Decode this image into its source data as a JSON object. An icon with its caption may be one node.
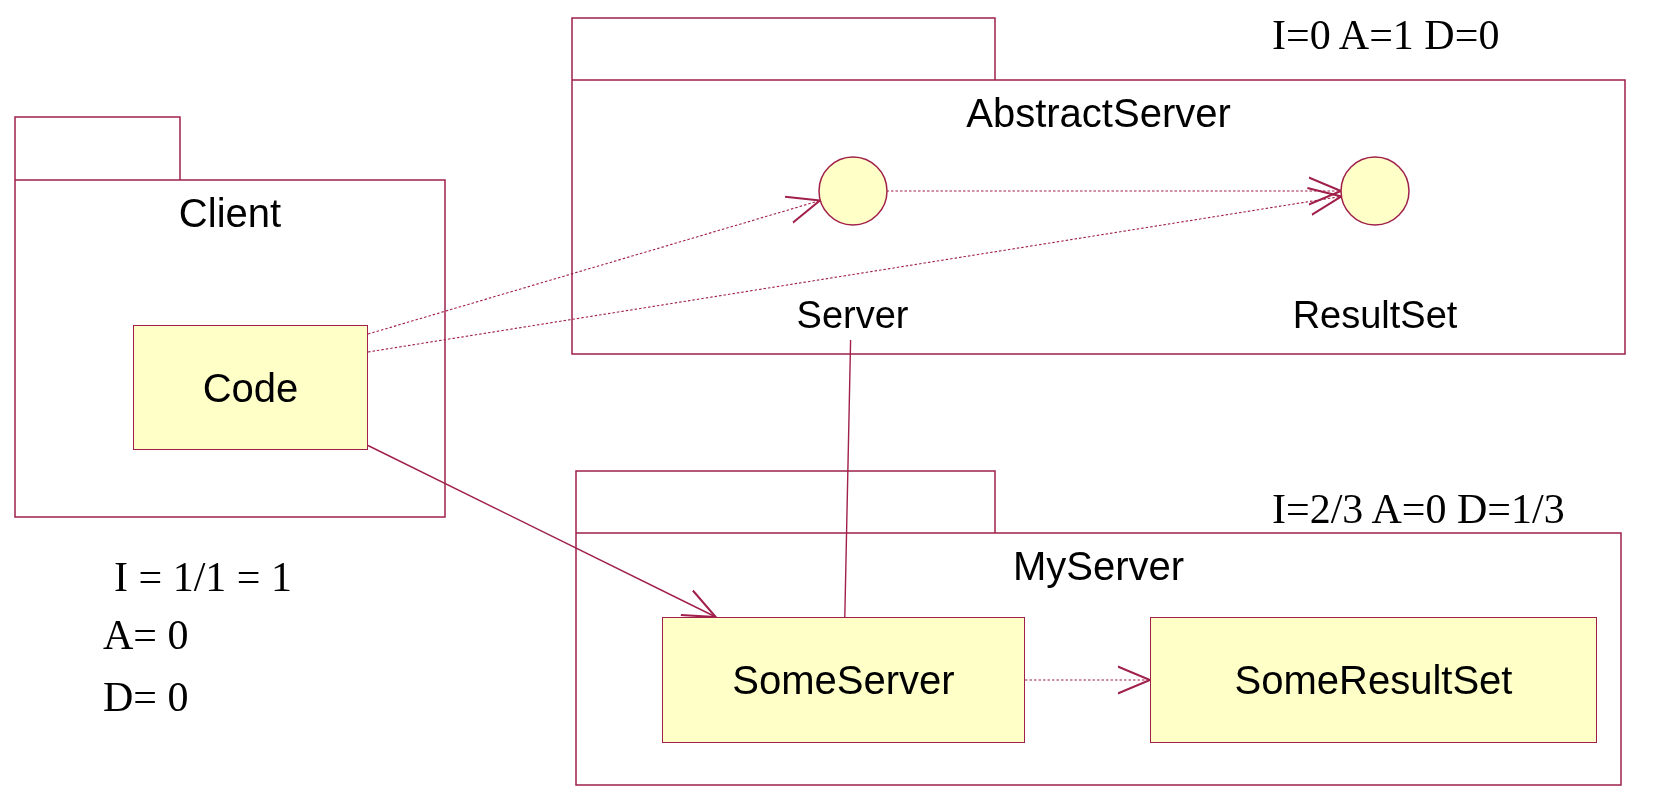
{
  "diagram": {
    "nodes": [
      {
        "text": [
          "Client"
        ],
        "beside": [
          "I = 1/1 = 1",
          "A= 0",
          "D= 0"
        ]
      },
      {
        "text": [
          "Code"
        ],
        "in": 0
      },
      {
        "text": [
          "AbstractServer"
        ],
        "beside": [
          "I=0 A=1 D=0"
        ]
      },
      {
        "text": [
          "Server"
        ],
        "in": 2
      },
      {
        "text": [
          "ResultSet"
        ],
        "in": 2
      },
      {
        "text": [
          "MyServer"
        ],
        "beside": [
          "I=2/3 A=0 D=1/3"
        ]
      },
      {
        "text": [
          "SomeServer"
        ],
        "in": 5
      },
      {
        "text": [
          "SomeResultSet"
        ],
        "in": 5
      }
    ],
    "edges": [
      {
        "from": 1,
        "to": 3,
        "arrow": "to",
        "style": "dashed"
      },
      {
        "from": 1,
        "to": 4,
        "arrow": "to",
        "style": "dashed"
      },
      {
        "from": 3,
        "to": 4,
        "arrow": "to",
        "style": "dashed"
      },
      {
        "from": 1,
        "to": 6,
        "arrow": "to"
      },
      {
        "from": 6,
        "to": 3,
        "arrow": "none"
      },
      {
        "from": 6,
        "to": 7,
        "arrow": "to",
        "style": "dashed"
      }
    ]
  }
}
